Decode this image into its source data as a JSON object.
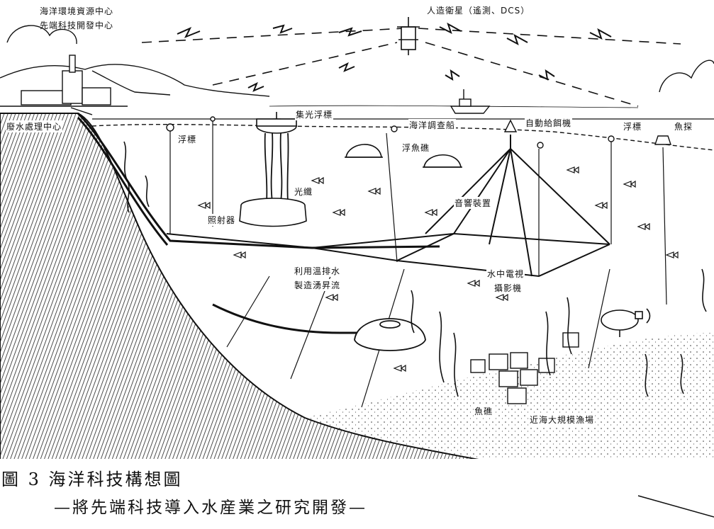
{
  "labels": {
    "center_line1": "海洋環境資源中心",
    "center_line2": "先端科技開發中心",
    "satellite": "人造衛星（遙測、DCS）",
    "wastewater": "廢水處理中心",
    "float_left": "浮標",
    "light_buoy": "集光浮標",
    "survey_ship": "海洋調查船",
    "auto_feeder": "自動給餌機",
    "float_right": "浮標",
    "fish_finder": "魚探",
    "floating_reef": "浮魚礁",
    "optical_fiber": "光纖",
    "illuminator": "照射器",
    "sound_device": "音響裝置",
    "drain_upwelling_1": "利用溫排水",
    "drain_upwelling_2": "製造湧昇流",
    "underwater_tv_1": "水中電視",
    "underwater_tv_2": "攝影機",
    "fish_reef": "魚礁",
    "large_farm": "近海大規模漁場"
  },
  "caption": {
    "line1": "圖 3 海洋科技構想圖",
    "line2": "—將先端科技導入水産業之研究開發—"
  }
}
